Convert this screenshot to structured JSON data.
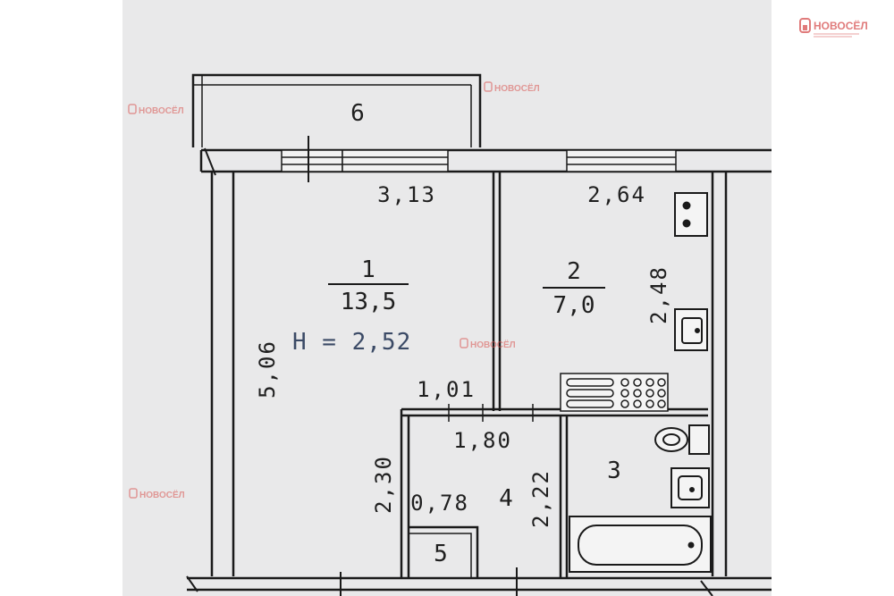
{
  "brand": {
    "name": "НОВОСЁЛ",
    "color": "#d9534f"
  },
  "rooms": [
    {
      "id": "1",
      "area": "13,5"
    },
    {
      "id": "2",
      "area": "7,0"
    },
    {
      "id": "3"
    },
    {
      "id": "4"
    },
    {
      "id": "5"
    },
    {
      "id": "6"
    }
  ],
  "height_label": "Н = 2,52",
  "dimensions": {
    "room1_width": "3,13",
    "room2_width": "2,64",
    "room1_length": "5,06",
    "room2_length": "2,48",
    "door_width": "1,01",
    "hall_width": "1,80",
    "hall_length": "2,30",
    "bath_length": "2,22",
    "closet_width": "0,78"
  }
}
